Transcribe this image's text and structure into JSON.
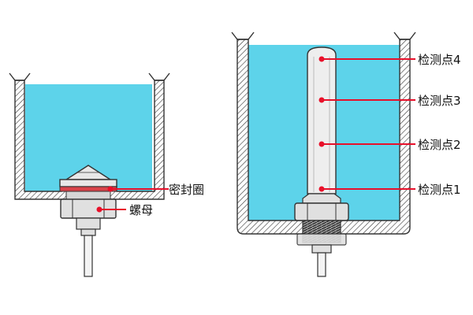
{
  "colors": {
    "water": "#5dd3ea",
    "wall": "#333333",
    "seal": "#d9434a",
    "marker": "#e8102a",
    "probe_tube": "#eeeeee",
    "hardware": "#dddddd"
  },
  "left_sensor": {
    "labels": {
      "seal": "密封圈",
      "nut": "螺母"
    }
  },
  "right_sensor": {
    "labels": [
      "检测点4",
      "检测点3",
      "检测点2",
      "检测点1"
    ]
  }
}
